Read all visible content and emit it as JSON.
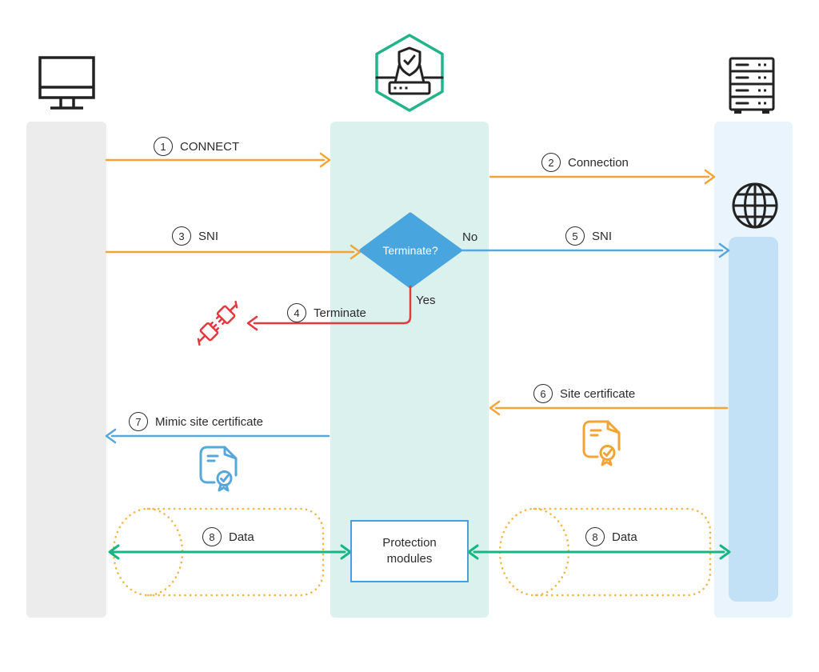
{
  "steps": [
    {
      "num": "1",
      "label": "CONNECT"
    },
    {
      "num": "2",
      "label": "Connection"
    },
    {
      "num": "3",
      "label": "SNI"
    },
    {
      "num": "4",
      "label": "Terminate"
    },
    {
      "num": "5",
      "label": "SNI"
    },
    {
      "num": "6",
      "label": "Site certificate"
    },
    {
      "num": "7",
      "label": "Mimic site certificate"
    },
    {
      "num": "8",
      "label": "Data"
    },
    {
      "num": "8",
      "label": "Data"
    }
  ],
  "decision": {
    "question": "Terminate?",
    "yes_label": "Yes",
    "no_label": "No"
  },
  "protection_box": {
    "label": "Protection modules"
  },
  "icons": {
    "client": "monitor-icon",
    "proxy": "shield-gateway-hexagon-icon",
    "server": "server-rack-icon",
    "internet": "globe-icon",
    "terminated_connection": "disconnected-plug-icon",
    "site_certificate": "certificate-icon",
    "mimic_certificate": "certificate-icon",
    "data_tunnel": "dotted-cylinder-tunnel"
  },
  "colors": {
    "lane_client": "#ECECEC",
    "lane_proxy": "#DAF1ED",
    "lane_server_outer": "#E9F4FC",
    "lane_server_inner": "#C2E1F6",
    "arrow_orange": "#F2A536",
    "arrow_blue": "#57A7DA",
    "arrow_green": "#17B583",
    "arrow_red": "#E4393F",
    "decision_fill": "#49A5DD",
    "hexagon_stroke": "#23B38A",
    "box_border": "#4B9FD6",
    "tunnel_dots": "#F2B64B",
    "icon_stroke": "#222222",
    "text": "#2B2B2B"
  }
}
